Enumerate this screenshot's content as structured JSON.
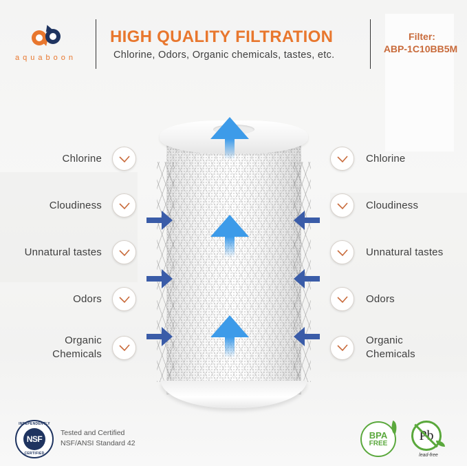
{
  "brand": {
    "name": "aquaboon",
    "logo_letters": "ab",
    "colors": {
      "orange": "#e8772e",
      "navy": "#1f3460",
      "copper": "#c86a3a"
    }
  },
  "header": {
    "headline": "HIGH QUALITY FILTRATION",
    "subline": "Chlorine, Odors, Organic chemicals, tastes, etc.",
    "filter_label": "Filter:",
    "filter_model": "ABP-1C10BB5M"
  },
  "benefits": {
    "left": [
      {
        "label": "Chlorine",
        "icon": "check-icon"
      },
      {
        "label": "Cloudiness",
        "icon": "check-icon"
      },
      {
        "label": "Unnatural tastes",
        "icon": "check-icon"
      },
      {
        "label": "Odors",
        "icon": "check-icon"
      },
      {
        "label": "Organic\nChemicals",
        "icon": "check-icon"
      }
    ],
    "right": [
      {
        "label": "Chlorine",
        "icon": "check-icon"
      },
      {
        "label": "Cloudiness",
        "icon": "check-icon"
      },
      {
        "label": "Unnatural tastes",
        "icon": "check-icon"
      },
      {
        "label": "Odors",
        "icon": "check-icon"
      },
      {
        "label": "Organic\nChemicals",
        "icon": "check-icon"
      }
    ]
  },
  "diagram": {
    "flow_arrow_color": "#3d9be9",
    "inflow_arrow_color": "#3a5ca8",
    "up_arrows": 3,
    "inflow_arrows_per_side": 3
  },
  "certifications": {
    "nsf": {
      "badge_text": "NSF",
      "ring_top": "INDEPENDENTLY",
      "ring_bottom": "CERTIFIED",
      "line1": "Tested and Certified",
      "line2": "NSF/ANSI Standard 42"
    },
    "bpa": {
      "line1": "BPA",
      "line2": "FREE",
      "color": "#5aa83c"
    },
    "lead": {
      "symbol": "Pb",
      "caption": "lead-free",
      "color": "#5aa83c"
    }
  }
}
